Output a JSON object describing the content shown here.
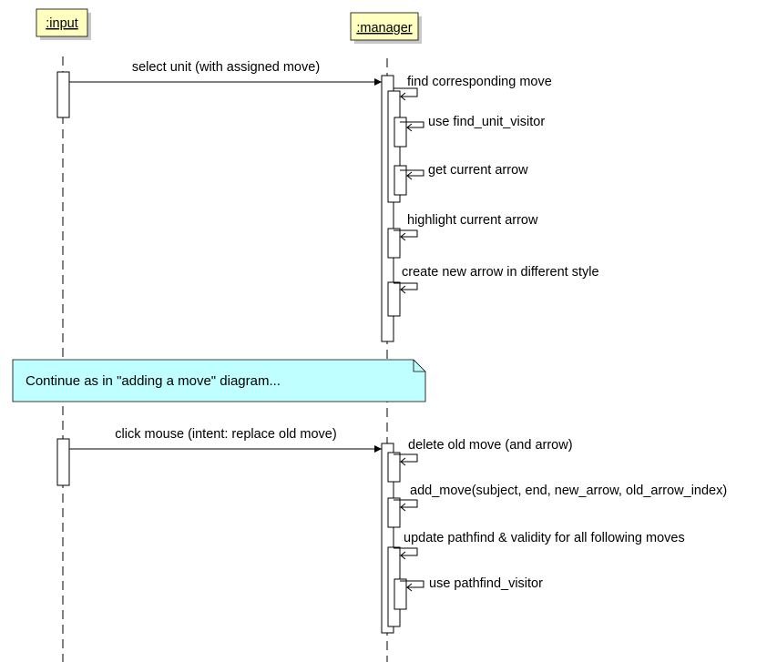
{
  "colors": {
    "head_fill": "#ffffc0",
    "head_shadow": "#c8c8c8",
    "note_fill": "#c0ffff",
    "line": "#000000",
    "activation_fill": "#ffffff"
  },
  "lifelines": {
    "input": {
      "label": ":input"
    },
    "manager": {
      "label": ":manager"
    }
  },
  "messages": {
    "select_unit": "select unit (with assigned move)",
    "find_move": "find corresponding move",
    "use_find_unit_visitor": "use find_unit_visitor",
    "get_current_arrow": "get current arrow",
    "highlight_arrow": "highlight current arrow",
    "create_new_arrow": "create new arrow in different style",
    "click_mouse": "click mouse (intent: replace old move)",
    "delete_old_move": "delete old move (and arrow)",
    "add_move": "add_move(subject, end, new_arrow, old_arrow_index)",
    "update_pathfind": "update pathfind & validity for all following moves",
    "use_pathfind_visitor": "use pathfind_visitor"
  },
  "note": {
    "text": "Continue as in \"adding a move\" diagram..."
  }
}
